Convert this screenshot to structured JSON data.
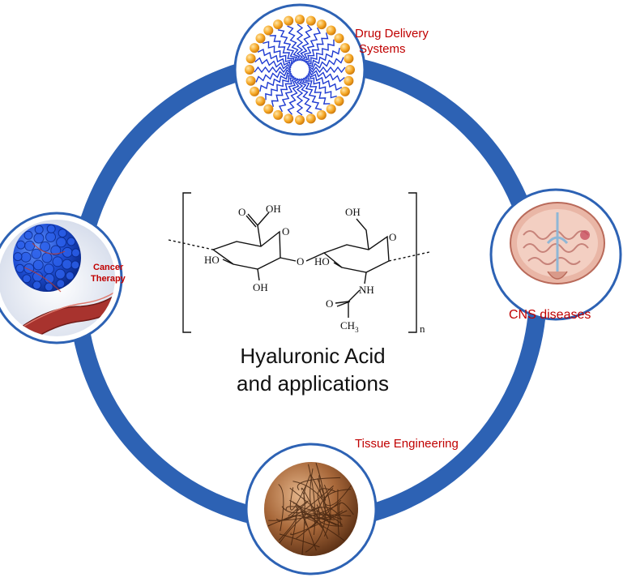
{
  "title": {
    "line1": "Hyaluronic Acid",
    "line2": "and applications"
  },
  "applications": {
    "drug_delivery": {
      "line1": "Drug Delivery",
      "line2": "Systems"
    },
    "cns": {
      "label": "CNS diseases"
    },
    "tissue": {
      "label": "Tissue Engineering"
    },
    "cancer": {
      "line1": "Cancer",
      "line2": "Therapy"
    }
  },
  "structure": {
    "cooh": "OH",
    "ch2oh": "OH",
    "ho_left": "HO",
    "ho_mid": "HO",
    "oh_bottom": "OH",
    "ring_o_left": "O",
    "glycosidic_o": "O",
    "ring_o_right": "O",
    "acid_o": "O",
    "nh": "NH",
    "carbonyl_o": "O",
    "methyl": "CH",
    "methyl_sub": "3",
    "repeat_n": "n"
  },
  "colors": {
    "ring": "#2d62b4",
    "label_red": "#c00000",
    "node_border": "#2d62b4"
  }
}
